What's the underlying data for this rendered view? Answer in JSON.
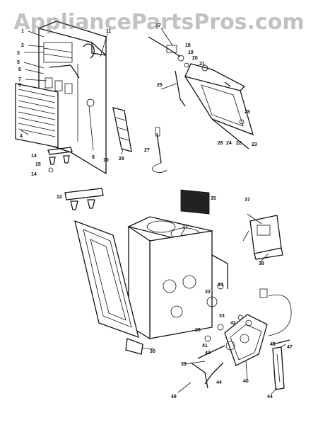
{
  "watermark": "AppliancePartsPros.com",
  "colors": {
    "ink": "#111111",
    "watermark": "#7f7f7f",
    "paper": "#ffffff"
  },
  "callouts": {
    "c1": "1",
    "c2": "2",
    "c3": "3",
    "c5": "5",
    "c4": "4",
    "c6": "6",
    "c7": "7",
    "c8": "8",
    "c9": "9",
    "c10": "10",
    "c11": "11",
    "c12": "12",
    "c14a": "14",
    "c14b": "14",
    "c15": "15",
    "c17": "17",
    "c18": "18",
    "c19": "19",
    "c20": "20",
    "c21": "21",
    "c22": "22",
    "c23": "23",
    "c24": "24",
    "c25": "25",
    "c26": "26",
    "c27": "27",
    "c28": "28",
    "c29": "29",
    "c30": "30",
    "c31": "31",
    "c32": "32",
    "c33": "33",
    "c34": "34",
    "c35": "35",
    "c36": "36",
    "c37": "37",
    "c38": "38",
    "c39": "39",
    "c40": "40",
    "c41": "41",
    "c42": "42",
    "c43": "43",
    "c44a": "44",
    "c44b": "44",
    "c45": "45",
    "c47": "47",
    "c48": "48"
  }
}
